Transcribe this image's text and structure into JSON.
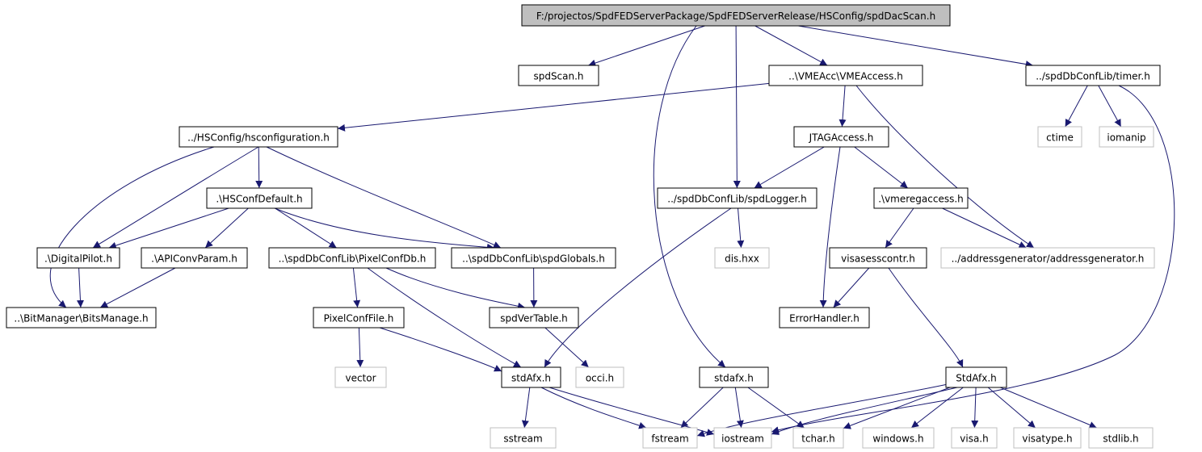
{
  "colors": {
    "edge": "#191970",
    "root_fill": "#bfbfbf",
    "node_border": "#000000",
    "external_border": "#bfbfbf"
  },
  "nodes": [
    {
      "id": "root",
      "label": "F:/projectos/SpdFEDServerPackage/SpdFEDServerRelease/HSConfig/spdDacScan.h",
      "kind": "root"
    },
    {
      "id": "spdScan",
      "label": "spdScan.h",
      "kind": "local"
    },
    {
      "id": "vmeaccess",
      "label": "..\\VMEAcc\\VMEAccess.h",
      "kind": "local"
    },
    {
      "id": "timer",
      "label": "../spdDbConfLib/timer.h",
      "kind": "local"
    },
    {
      "id": "hsconf",
      "label": "../HSConfig/hsconfiguration.h",
      "kind": "local"
    },
    {
      "id": "jtag",
      "label": "JTAGAccess.h",
      "kind": "local"
    },
    {
      "id": "ctime",
      "label": "ctime",
      "kind": "external"
    },
    {
      "id": "iomanip",
      "label": "iomanip",
      "kind": "external"
    },
    {
      "id": "hsdefault",
      "label": ".\\HSConfDefault.h",
      "kind": "local"
    },
    {
      "id": "spdlogger",
      "label": "../spdDbConfLib/spdLogger.h",
      "kind": "local"
    },
    {
      "id": "vmereg",
      "label": ".\\vmeregaccess.h",
      "kind": "local"
    },
    {
      "id": "digital",
      "label": ".\\DigitalPilot.h",
      "kind": "local"
    },
    {
      "id": "apiconv",
      "label": ".\\APIConvParam.h",
      "kind": "local"
    },
    {
      "id": "pixeldb",
      "label": "..\\spdDbConfLib\\PixelConfDb.h",
      "kind": "local"
    },
    {
      "id": "globals",
      "label": "..\\spdDbConfLib\\spdGlobals.h",
      "kind": "local"
    },
    {
      "id": "dis",
      "label": "dis.hxx",
      "kind": "external"
    },
    {
      "id": "visa",
      "label": "visasesscontr.h",
      "kind": "local"
    },
    {
      "id": "addrgen",
      "label": "../addressgenerator/addressgenerator.h",
      "kind": "external"
    },
    {
      "id": "bits",
      "label": "..\\BitManager\\BitsManage.h",
      "kind": "local"
    },
    {
      "id": "pixfile",
      "label": "PixelConfFile.h",
      "kind": "local"
    },
    {
      "id": "vertable",
      "label": "spdVerTable.h",
      "kind": "local"
    },
    {
      "id": "errh",
      "label": "ErrorHandler.h",
      "kind": "local"
    },
    {
      "id": "vector",
      "label": "vector",
      "kind": "external"
    },
    {
      "id": "stdafx1",
      "label": "stdAfx.h",
      "kind": "local"
    },
    {
      "id": "occi",
      "label": "occi.h",
      "kind": "external"
    },
    {
      "id": "stdafx2",
      "label": "stdafx.h",
      "kind": "local"
    },
    {
      "id": "stdafx3",
      "label": "StdAfx.h",
      "kind": "local"
    },
    {
      "id": "sstream",
      "label": "sstream",
      "kind": "external"
    },
    {
      "id": "fstream",
      "label": "fstream",
      "kind": "external"
    },
    {
      "id": "iostream",
      "label": "iostream",
      "kind": "external"
    },
    {
      "id": "tchar",
      "label": "tchar.h",
      "kind": "external"
    },
    {
      "id": "windows",
      "label": "windows.h",
      "kind": "external"
    },
    {
      "id": "visah",
      "label": "visa.h",
      "kind": "external"
    },
    {
      "id": "visatype",
      "label": "visatype.h",
      "kind": "external"
    },
    {
      "id": "stdlib",
      "label": "stdlib.h",
      "kind": "external"
    }
  ],
  "edges": [
    [
      "root",
      "spdScan"
    ],
    [
      "root",
      "vmeaccess"
    ],
    [
      "root",
      "timer"
    ],
    [
      "root",
      "spdlogger"
    ],
    [
      "root",
      "stdafx2"
    ],
    [
      "vmeaccess",
      "hsconf"
    ],
    [
      "vmeaccess",
      "jtag"
    ],
    [
      "vmeaccess",
      "addrgen"
    ],
    [
      "timer",
      "ctime"
    ],
    [
      "timer",
      "iomanip"
    ],
    [
      "timer",
      "iostream"
    ],
    [
      "hsconf",
      "hsdefault"
    ],
    [
      "hsconf",
      "digital"
    ],
    [
      "hsconf",
      "globals"
    ],
    [
      "hsconf",
      "bits"
    ],
    [
      "hsdefault",
      "digital"
    ],
    [
      "hsdefault",
      "apiconv"
    ],
    [
      "hsdefault",
      "pixeldb"
    ],
    [
      "hsdefault",
      "globals"
    ],
    [
      "jtag",
      "spdlogger"
    ],
    [
      "jtag",
      "vmereg"
    ],
    [
      "jtag",
      "errh"
    ],
    [
      "spdlogger",
      "dis"
    ],
    [
      "spdlogger",
      "stdafx1"
    ],
    [
      "vmereg",
      "visa"
    ],
    [
      "vmereg",
      "addrgen"
    ],
    [
      "digital",
      "bits"
    ],
    [
      "apiconv",
      "bits"
    ],
    [
      "pixeldb",
      "pixfile"
    ],
    [
      "pixeldb",
      "vertable"
    ],
    [
      "pixeldb",
      "stdafx1"
    ],
    [
      "globals",
      "vertable"
    ],
    [
      "visa",
      "errh"
    ],
    [
      "visa",
      "stdafx3"
    ],
    [
      "pixfile",
      "vector"
    ],
    [
      "pixfile",
      "stdafx1"
    ],
    [
      "vertable",
      "occi"
    ],
    [
      "stdafx1",
      "sstream"
    ],
    [
      "stdafx1",
      "fstream"
    ],
    [
      "stdafx1",
      "iostream"
    ],
    [
      "stdafx2",
      "fstream"
    ],
    [
      "stdafx2",
      "iostream"
    ],
    [
      "stdafx2",
      "tchar"
    ],
    [
      "stdafx3",
      "fstream"
    ],
    [
      "stdafx3",
      "iostream"
    ],
    [
      "stdafx3",
      "tchar"
    ],
    [
      "stdafx3",
      "windows"
    ],
    [
      "stdafx3",
      "visah"
    ],
    [
      "stdafx3",
      "visatype"
    ],
    [
      "stdafx3",
      "stdlib"
    ]
  ]
}
